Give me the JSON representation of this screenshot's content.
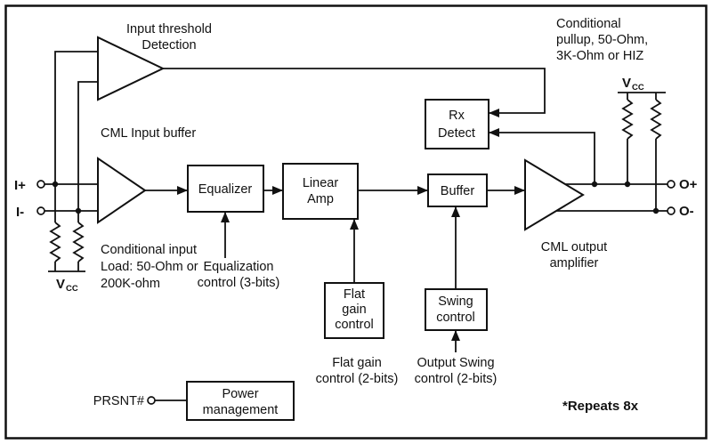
{
  "colors": {
    "line": "#111111",
    "text": "#111111",
    "background": "#ffffff"
  },
  "ports": {
    "i_plus": "I+",
    "i_minus": "I-",
    "o_plus": "O+",
    "o_minus": "O-",
    "prsnt": "PRSNT#"
  },
  "labels": {
    "input_threshold": [
      "Input threshold",
      "Detection"
    ],
    "cml_input_buffer": "CML Input buffer",
    "conditional_input": [
      "Conditional input",
      "Load: 50-Ohm or",
      "200K-ohm"
    ],
    "conditional_pullup": [
      "Conditional",
      "pullup, 50-Ohm,",
      "3K-Ohm or HIZ"
    ],
    "cml_output": [
      "CML output",
      "amplifier"
    ],
    "vcc_v": "V",
    "vcc_cc": "CC",
    "repeats_note": "*Repeats 8x"
  },
  "blocks": {
    "equalizer": "Equalizer",
    "linear_amp": [
      "Linear",
      "Amp"
    ],
    "buffer": "Buffer",
    "rx_detect": [
      "Rx",
      "Detect"
    ],
    "flat_gain": [
      "Flat",
      "gain",
      "control"
    ],
    "swing": [
      "Swing",
      "control"
    ],
    "power": [
      "Power",
      "management"
    ]
  },
  "controls": {
    "equalization": [
      "Equalization",
      "control (3-bits)"
    ],
    "flat_gain": [
      "Flat gain",
      "control (2-bits)"
    ],
    "swing": [
      "Output Swing",
      "control (2-bits)"
    ]
  }
}
